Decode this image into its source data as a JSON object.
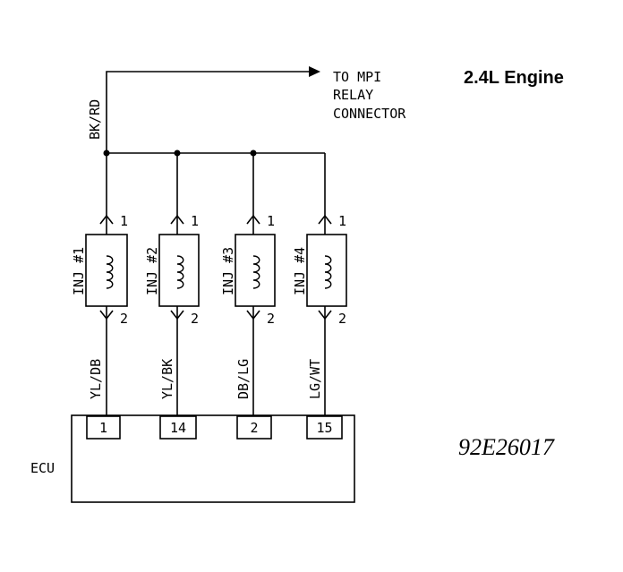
{
  "title": "2.4L Engine",
  "figure_code": "92E26017",
  "feed": {
    "wire_color": "BK/RD",
    "destination_lines": [
      "TO MPI",
      "RELAY",
      "CONNECTOR"
    ]
  },
  "ecu": {
    "label": "ECU"
  },
  "injectors": [
    {
      "label": "INJ #1",
      "pin_top": "1",
      "pin_bottom": "2",
      "wire_color": "YL/DB",
      "ecu_pin": "1"
    },
    {
      "label": "INJ #2",
      "pin_top": "1",
      "pin_bottom": "2",
      "wire_color": "YL/BK",
      "ecu_pin": "14"
    },
    {
      "label": "INJ #3",
      "pin_top": "1",
      "pin_bottom": "2",
      "wire_color": "DB/LG",
      "ecu_pin": "2"
    },
    {
      "label": "INJ #4",
      "pin_top": "1",
      "pin_bottom": "2",
      "wire_color": "LG/WT",
      "ecu_pin": "15"
    }
  ]
}
